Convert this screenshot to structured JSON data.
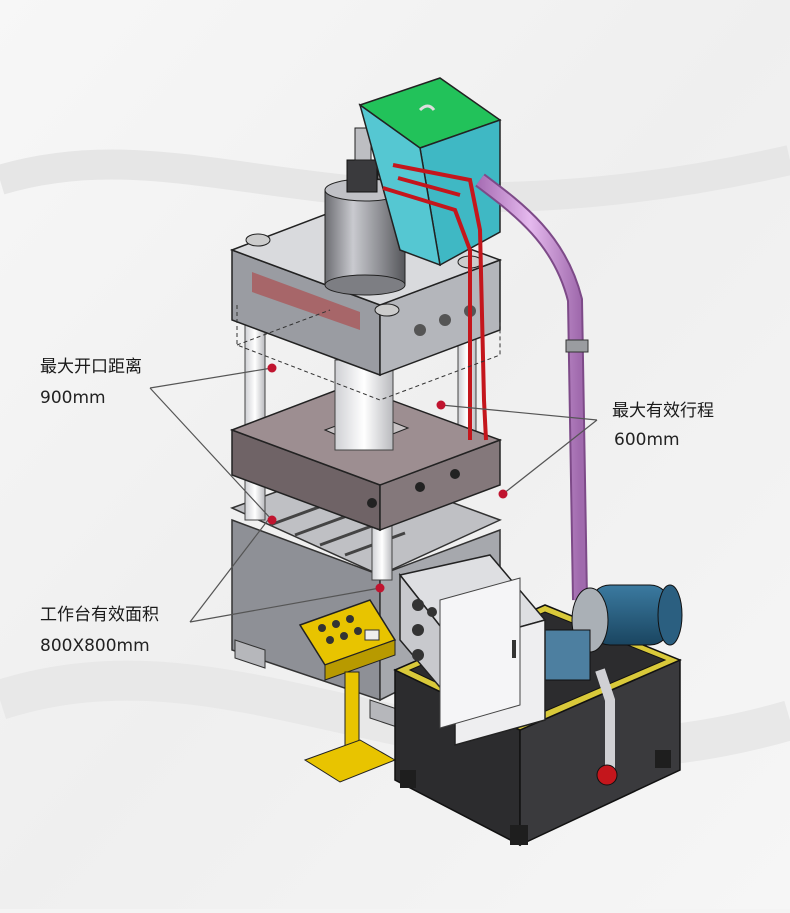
{
  "annotations": {
    "max_opening": {
      "title": "最大开口距离",
      "value": "900mm"
    },
    "max_stroke": {
      "title": "最大有效行程",
      "value": "600mm"
    },
    "table_area": {
      "title": "工作台有效面积",
      "value": "800X800mm"
    }
  },
  "colors": {
    "background": "#f4f4f4",
    "tank_green": "#22c25a",
    "tank_cyan": "#3fb8c4",
    "hose_purple": "#c58fcf",
    "pipe_red": "#c4161c",
    "panel_yellow": "#e8c400",
    "marker_red": "#c0142f",
    "machine_gray": "#9ea0a6",
    "tank_dark": "#2c2c2e"
  }
}
